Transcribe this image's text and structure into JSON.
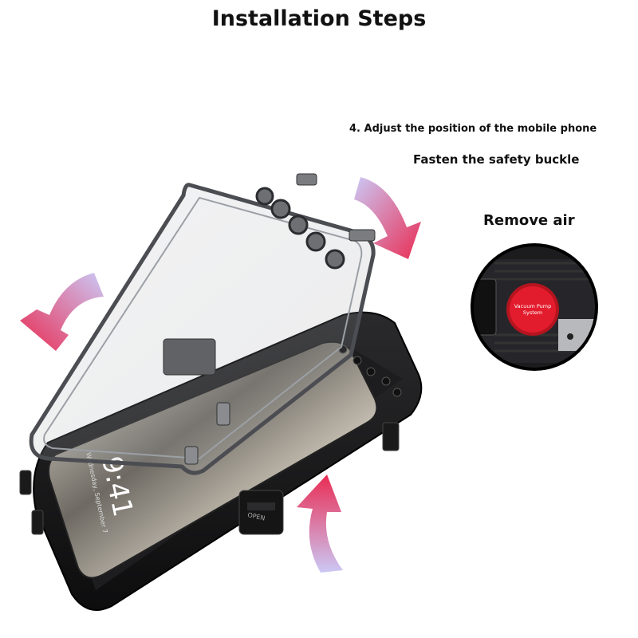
{
  "title": "Installation Steps",
  "step_text": "4. Adjust the position of the mobile phone",
  "fasten_text": "Fasten the safety buckle",
  "remove_air_text": "Remove air",
  "pump_label_line1": "Vacuum Pump",
  "pump_label_line2": "System",
  "phone_time": "9:41",
  "phone_date": "Wednesday, September 7",
  "open_label": "OPEN",
  "colors": {
    "arrow_start": "#b9b6f0",
    "arrow_end": "#e8214a",
    "pump_red": "#e31c2d",
    "case_dark": "#1b1b1d"
  },
  "icons": [
    "down-arrow-icon",
    "down-left-arrow-icon",
    "up-arrow-icon"
  ]
}
